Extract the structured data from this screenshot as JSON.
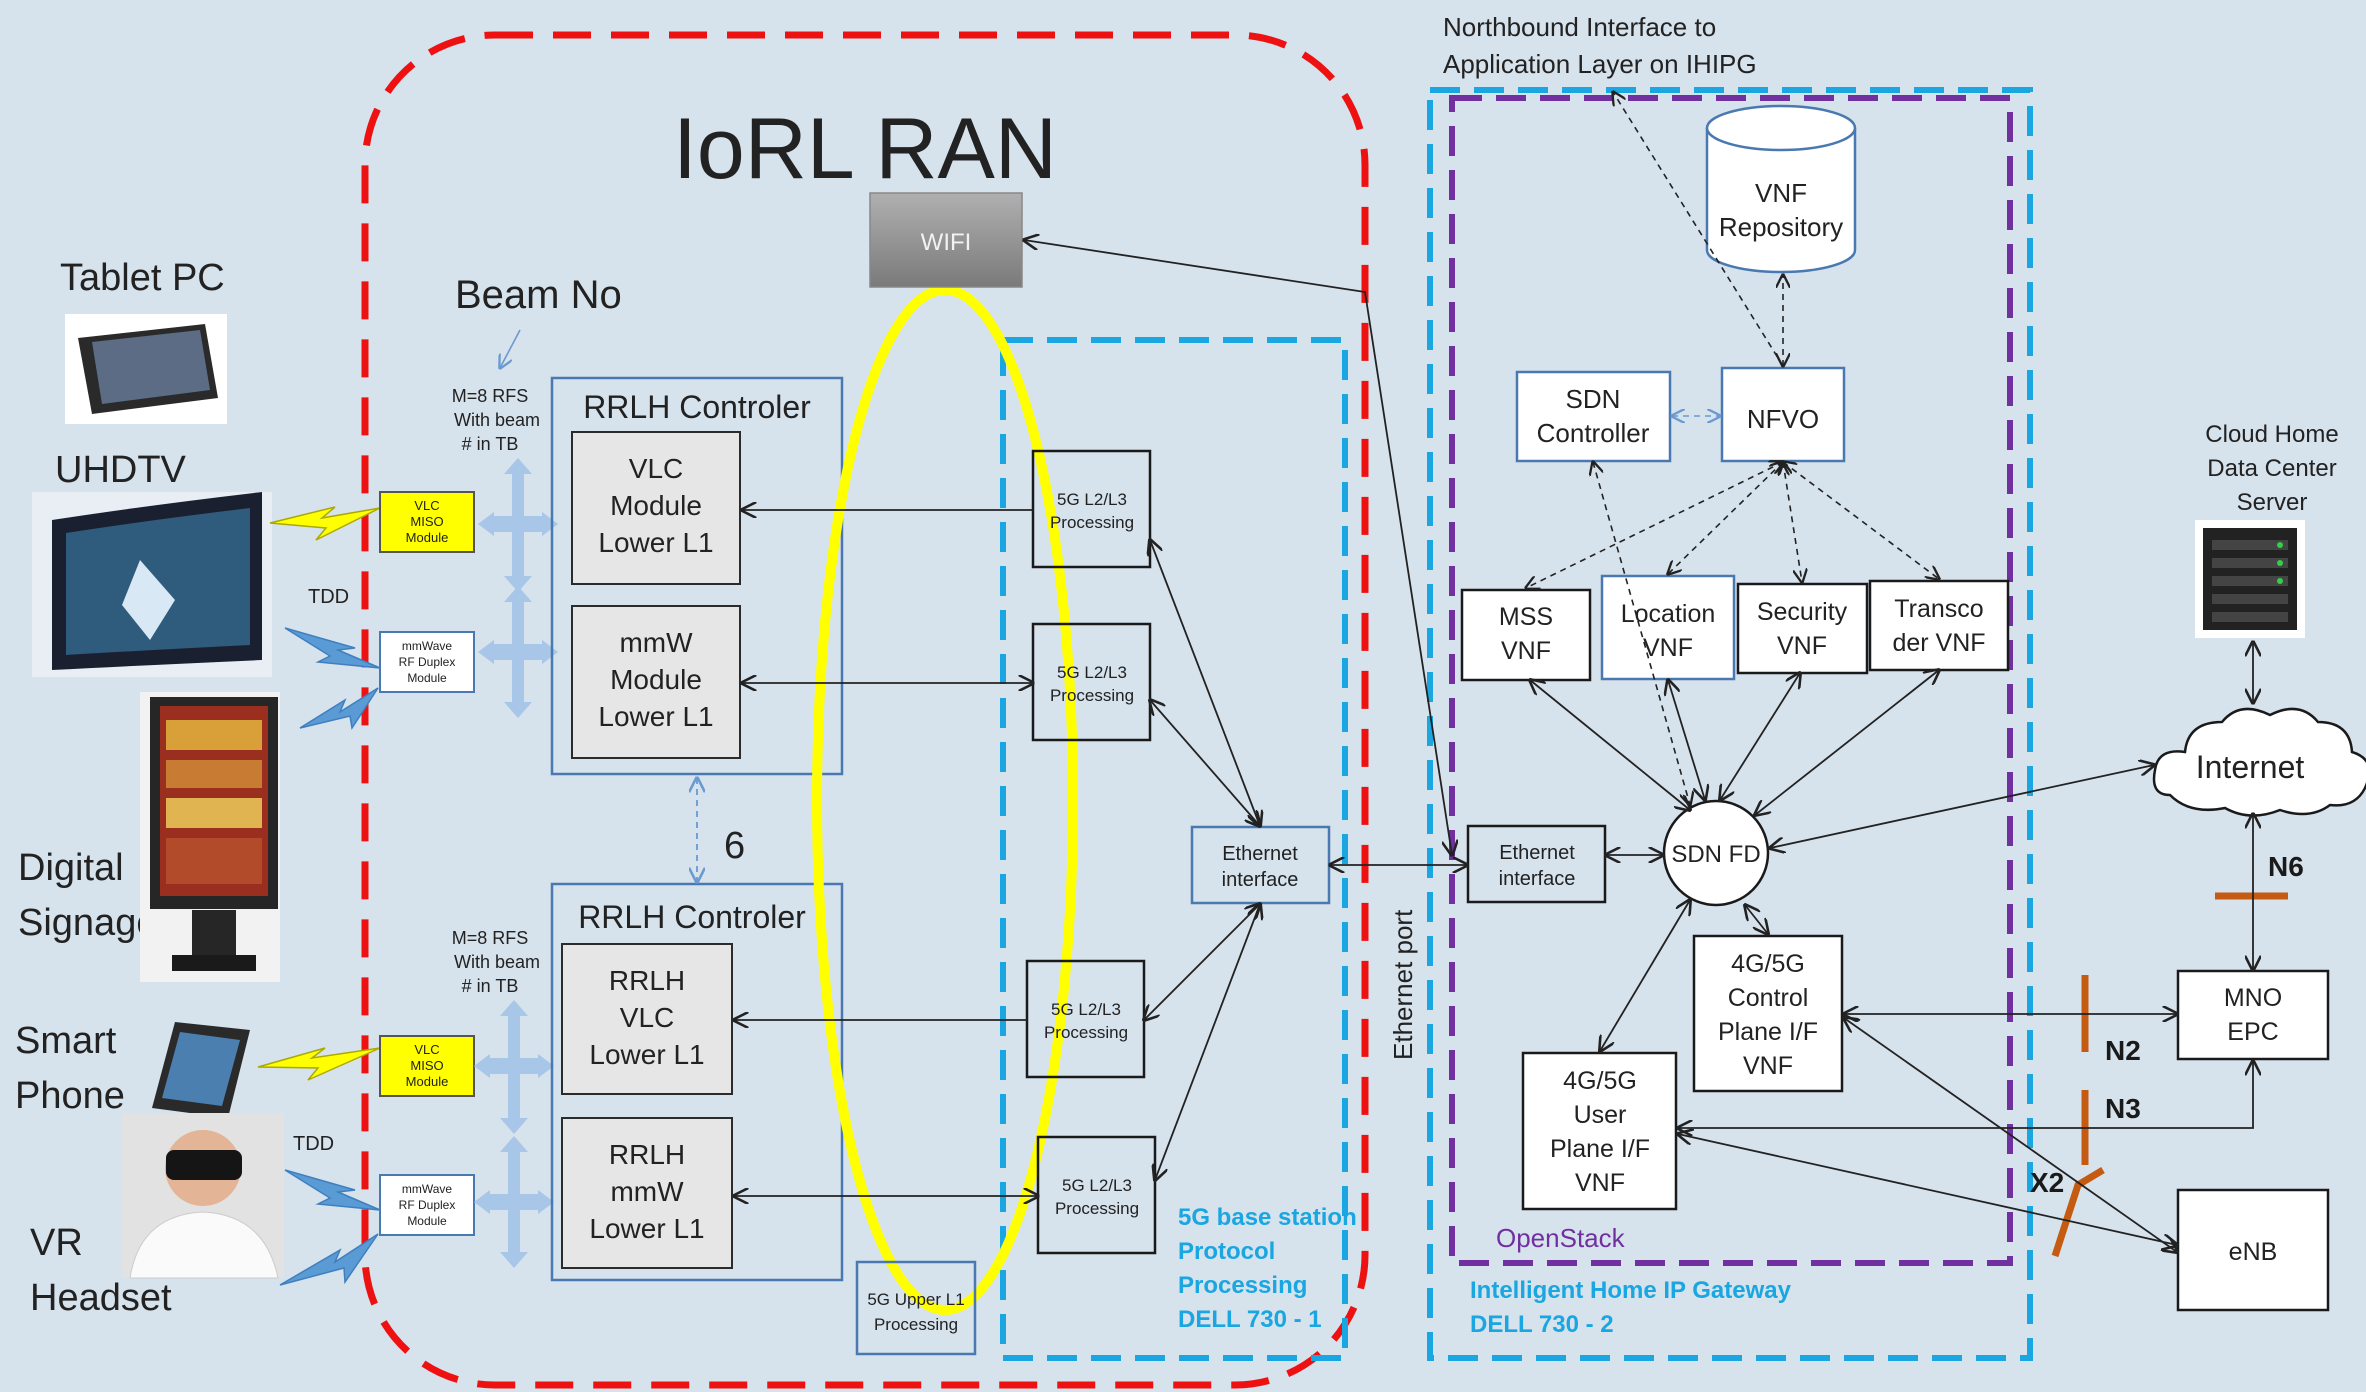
{
  "title": "IoRL RAN",
  "northbound": [
    "Northbound Interface to",
    "Application Layer on IHIPG"
  ],
  "devices": {
    "tablet": "Tablet PC",
    "uhdtv": "UHDTV",
    "signage": [
      "Digital",
      "Signage"
    ],
    "phone": [
      "Smart",
      "Phone"
    ],
    "vr": [
      "VR",
      "Headset"
    ]
  },
  "beam_no": "Beam No",
  "tdd": "TDD",
  "rfs_note": [
    "M=8 RFS",
    "With beam",
    "# in TB"
  ],
  "vlc_miso": [
    "VLC",
    "MISO",
    "Module"
  ],
  "mmwave_duplex": [
    "mmWave",
    "RF Duplex",
    "Module"
  ],
  "rrlh_controller": "RRLH Controler",
  "modules_top": [
    [
      "VLC",
      "Module",
      "Lower L1"
    ],
    [
      "mmW",
      "Module",
      "Lower L1"
    ]
  ],
  "modules_bottom": [
    [
      "RRLH",
      "VLC",
      "Lower L1"
    ],
    [
      "RRLH",
      "mmW",
      "Lower L1"
    ]
  ],
  "six": "6",
  "wifi": "WIFI",
  "l2l3": [
    "5G L2/L3",
    "Processing"
  ],
  "upper_l1": [
    "5G Upper L1",
    "Processing"
  ],
  "eth_interface": [
    "Ethernet",
    "interface"
  ],
  "eth_port": "Ethernet port",
  "bs_label": [
    "5G base station",
    "Protocol",
    "Processing",
    "DELL 730 - 1"
  ],
  "gw_label": [
    "Intelligent Home IP Gateway",
    "DELL 730 - 2"
  ],
  "openstack": "OpenStack",
  "vnf_repo": [
    "VNF",
    "Repository"
  ],
  "sdn_controller": [
    "SDN",
    "Controller"
  ],
  "nfvo": "NFVO",
  "vnfs": [
    [
      "MSS",
      "VNF"
    ],
    [
      "Location",
      "VNF"
    ],
    [
      "Security",
      "VNF"
    ],
    [
      "Transco",
      "der VNF"
    ]
  ],
  "sdn_fd": "SDN FD",
  "control_plane": [
    "4G/5G",
    "Control",
    "Plane  I/F",
    "VNF"
  ],
  "user_plane": [
    "4G/5G",
    "User",
    "Plane  I/F",
    "VNF"
  ],
  "cloud_server": [
    "Cloud Home",
    "Data Center",
    "Server"
  ],
  "internet": "Internet",
  "mno_epc": [
    "MNO",
    "EPC"
  ],
  "enb": "eNB",
  "interfaces": {
    "n6": "N6",
    "n2": "N2",
    "n3": "N3",
    "x2": "X2"
  },
  "colors": {
    "ran_border": "#ee1111",
    "dell_border": "#1aa6e0",
    "openstack_border": "#7030a0",
    "ellipse": "#ffff00",
    "vlc_module": "#ffff00",
    "interface_bar": "#c55a11"
  }
}
